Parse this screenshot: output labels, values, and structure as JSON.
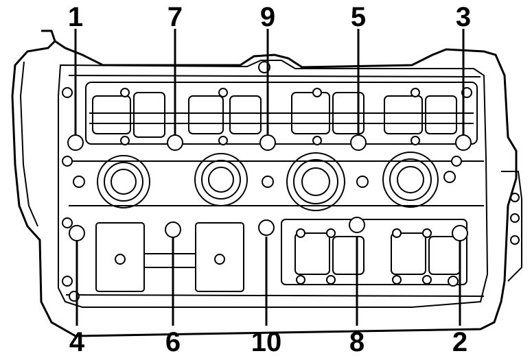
{
  "labels": {
    "top": [
      "1",
      "7",
      "9",
      "5",
      "3"
    ],
    "bottom": [
      "4",
      "6",
      "10",
      "8",
      "2"
    ]
  },
  "colors": {
    "ink": "#000000",
    "paper": "#ffffff"
  }
}
